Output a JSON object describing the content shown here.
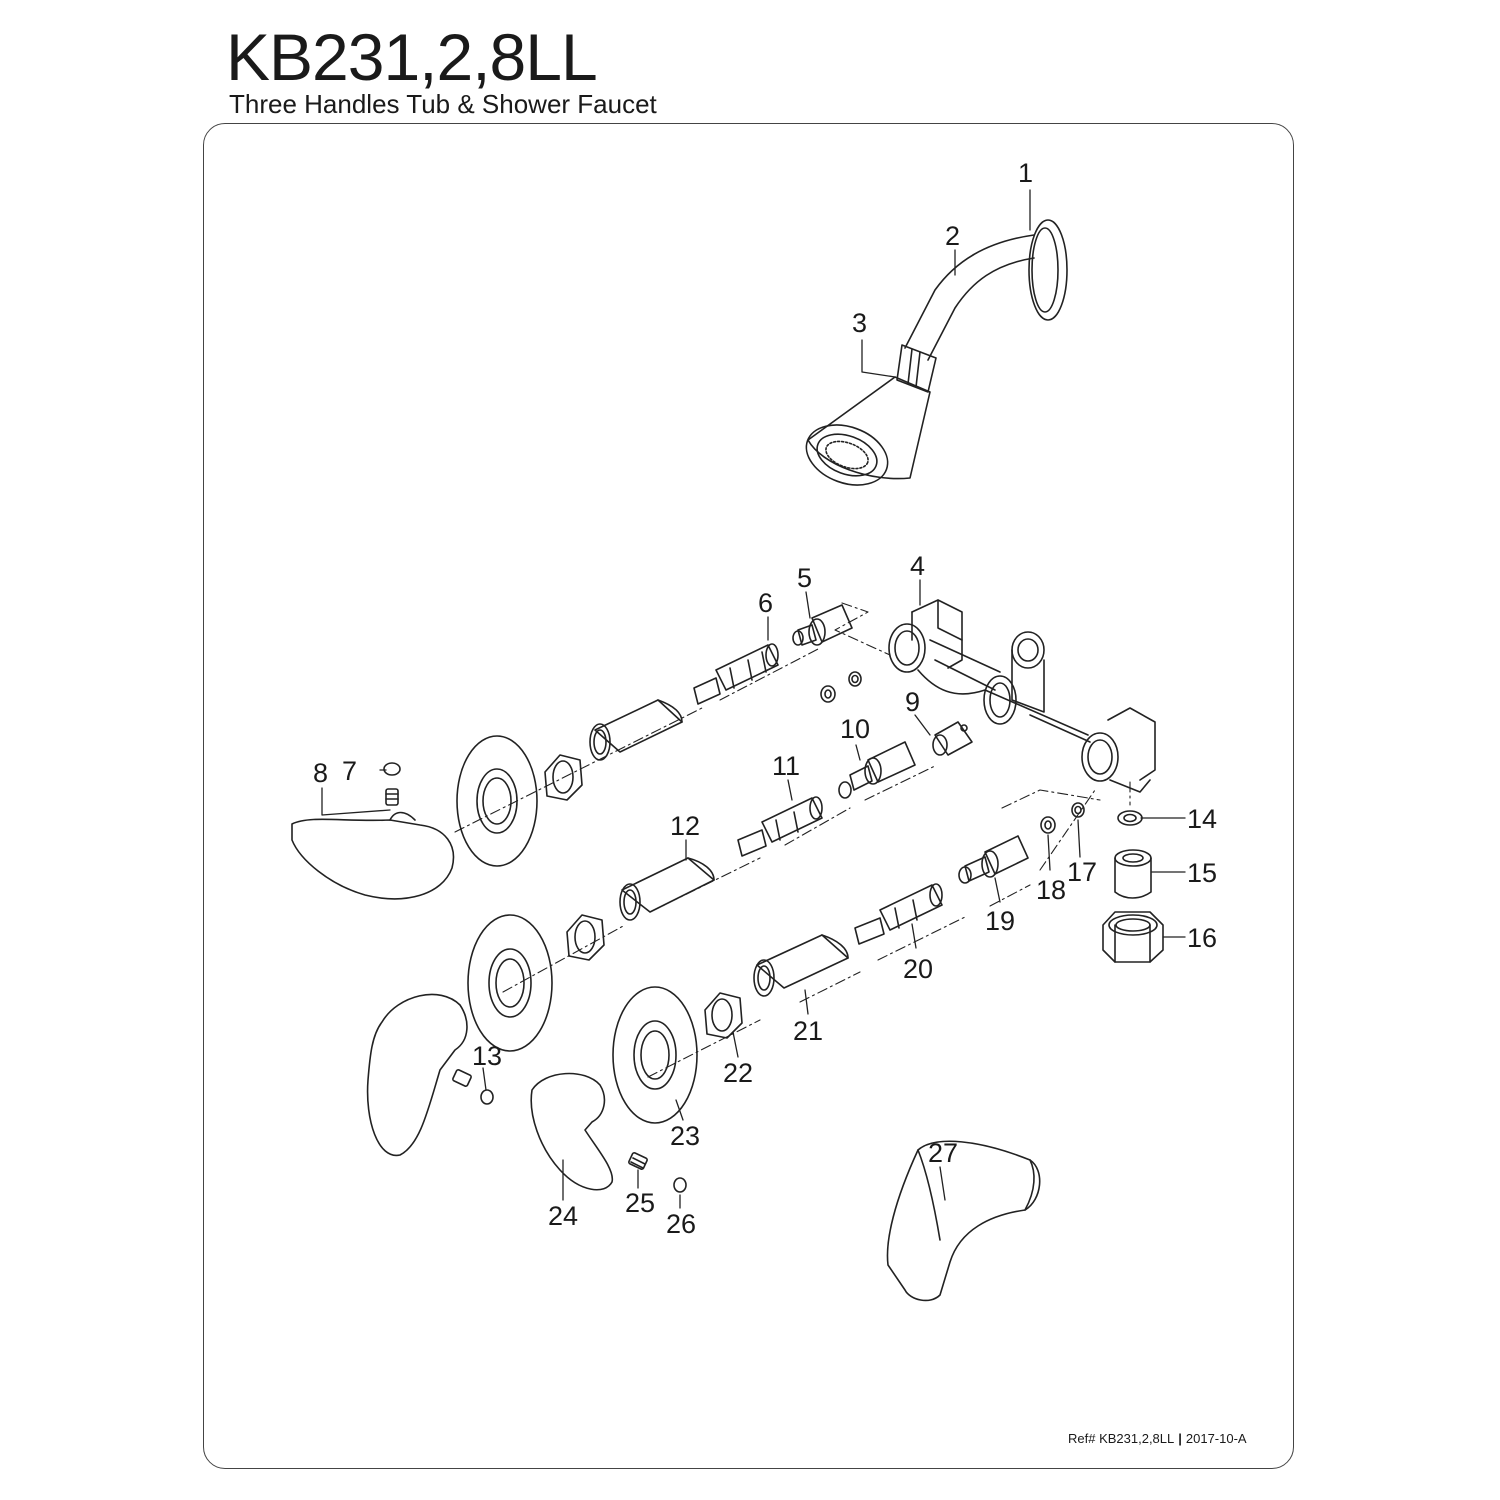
{
  "header": {
    "model": "KB231,2,8LL",
    "description": "Three Handles Tub & Shower Faucet"
  },
  "footer": {
    "ref_label": "Ref# KB231,2,8LL",
    "ref_date": "2017-10-A"
  },
  "parts": [
    {
      "number": "1"
    },
    {
      "number": "2"
    },
    {
      "number": "3"
    },
    {
      "number": "4"
    },
    {
      "number": "5"
    },
    {
      "number": "6"
    },
    {
      "number": "7"
    },
    {
      "number": "8"
    },
    {
      "number": "9"
    },
    {
      "number": "10"
    },
    {
      "number": "11"
    },
    {
      "number": "12"
    },
    {
      "number": "13"
    },
    {
      "number": "14"
    },
    {
      "number": "15"
    },
    {
      "number": "16"
    },
    {
      "number": "17"
    },
    {
      "number": "18"
    },
    {
      "number": "19"
    },
    {
      "number": "20"
    },
    {
      "number": "21"
    },
    {
      "number": "22"
    },
    {
      "number": "23"
    },
    {
      "number": "24"
    },
    {
      "number": "25"
    },
    {
      "number": "26"
    },
    {
      "number": "27"
    }
  ]
}
